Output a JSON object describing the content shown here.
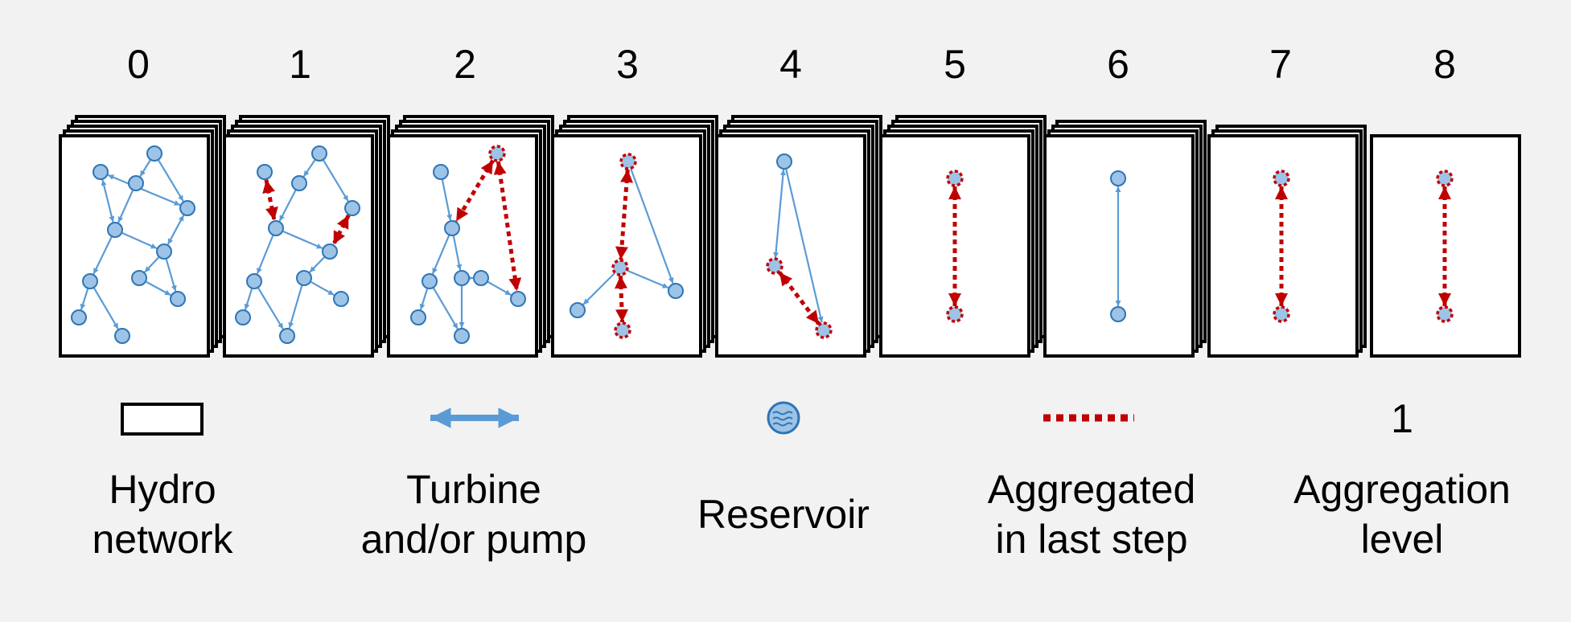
{
  "steps": [
    {
      "label": "0"
    },
    {
      "label": "1"
    },
    {
      "label": "2"
    },
    {
      "label": "3"
    },
    {
      "label": "4"
    },
    {
      "label": "5"
    },
    {
      "label": "6"
    },
    {
      "label": "7"
    },
    {
      "label": "8"
    }
  ],
  "legend": {
    "hydro_network": {
      "line1": "Hydro",
      "line2": "network",
      "icon": "rectangle-icon"
    },
    "turbine": {
      "line1": "Turbine",
      "line2": "and/or pump",
      "icon": "double-arrow-icon"
    },
    "reservoir": {
      "line1": "Reservoir",
      "icon": "reservoir-circle-icon"
    },
    "aggregated": {
      "line1": "Aggregated",
      "line2": "in last step",
      "icon": "dotted-line-icon"
    },
    "aggregation_level": {
      "sample": "1",
      "line1": "Aggregation",
      "line2": "level"
    }
  },
  "colors": {
    "background": "#f2f2f2",
    "turbine": "#5b9bd5",
    "aggregated": "#c00000",
    "reservoir_fill": "#9dc3e6",
    "frame": "#000000"
  }
}
